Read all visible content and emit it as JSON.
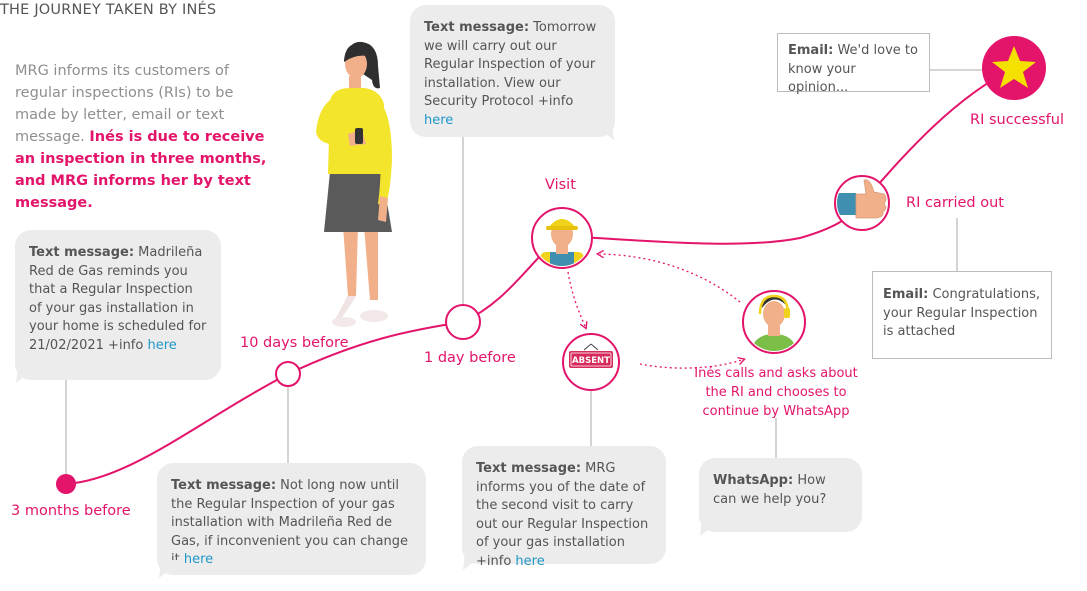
{
  "title": "THE JOURNEY TAKEN BY INÉS",
  "intro": {
    "text": "MRG informs its customers of regular inspections (RIs) to be made by letter, email or text message.",
    "highlight": "Inés is due to receive an inspection in three months, and MRG informs her by text message."
  },
  "stages": {
    "three_months": "3 months before",
    "ten_days": "10 days before",
    "one_day": "1 day before",
    "visit": "Visit",
    "ri_carried_out": "RI carried out",
    "ri_successful": "RI successful",
    "call": "Inés calls and asks about the RI and chooses to continue by WhatsApp"
  },
  "absent_sign": "ABSENT",
  "messages": {
    "three_months": {
      "label": "Text message:",
      "body": "Madrileña Red de Gas reminds you that a Regular Inspection of your gas installation in your home is scheduled for 21/02/2021 +info",
      "link": "here"
    },
    "ten_days": {
      "label": "Text message:",
      "body": "Not long now until the Regular Inspection of your gas installation with Madrileña Red de Gas, if inconvenient you can change it",
      "link": "here"
    },
    "one_day": {
      "label": "Text message:",
      "body": "Tomorrow we will carry out our Regular Inspection of your installation. View our Security Protocol +info",
      "link": "here"
    },
    "second_visit": {
      "label": "Text message:",
      "body": "MRG informs you of the date of the second visit to carry out our Regular Inspection of your gas installation +info",
      "link": "here"
    },
    "whatsapp": {
      "label": "WhatsApp:",
      "body": "How can we help you?"
    },
    "email_ri": {
      "label": "Email:",
      "body": "Congratulations, your Regular Inspection is attached"
    },
    "email_opinion": {
      "label": "Email:",
      "body": "We'd love to know your opinion..."
    }
  },
  "colors": {
    "accent": "#e3146a",
    "bubble": "#ececec",
    "link": "#1f97c8",
    "star": "#f5e100"
  }
}
